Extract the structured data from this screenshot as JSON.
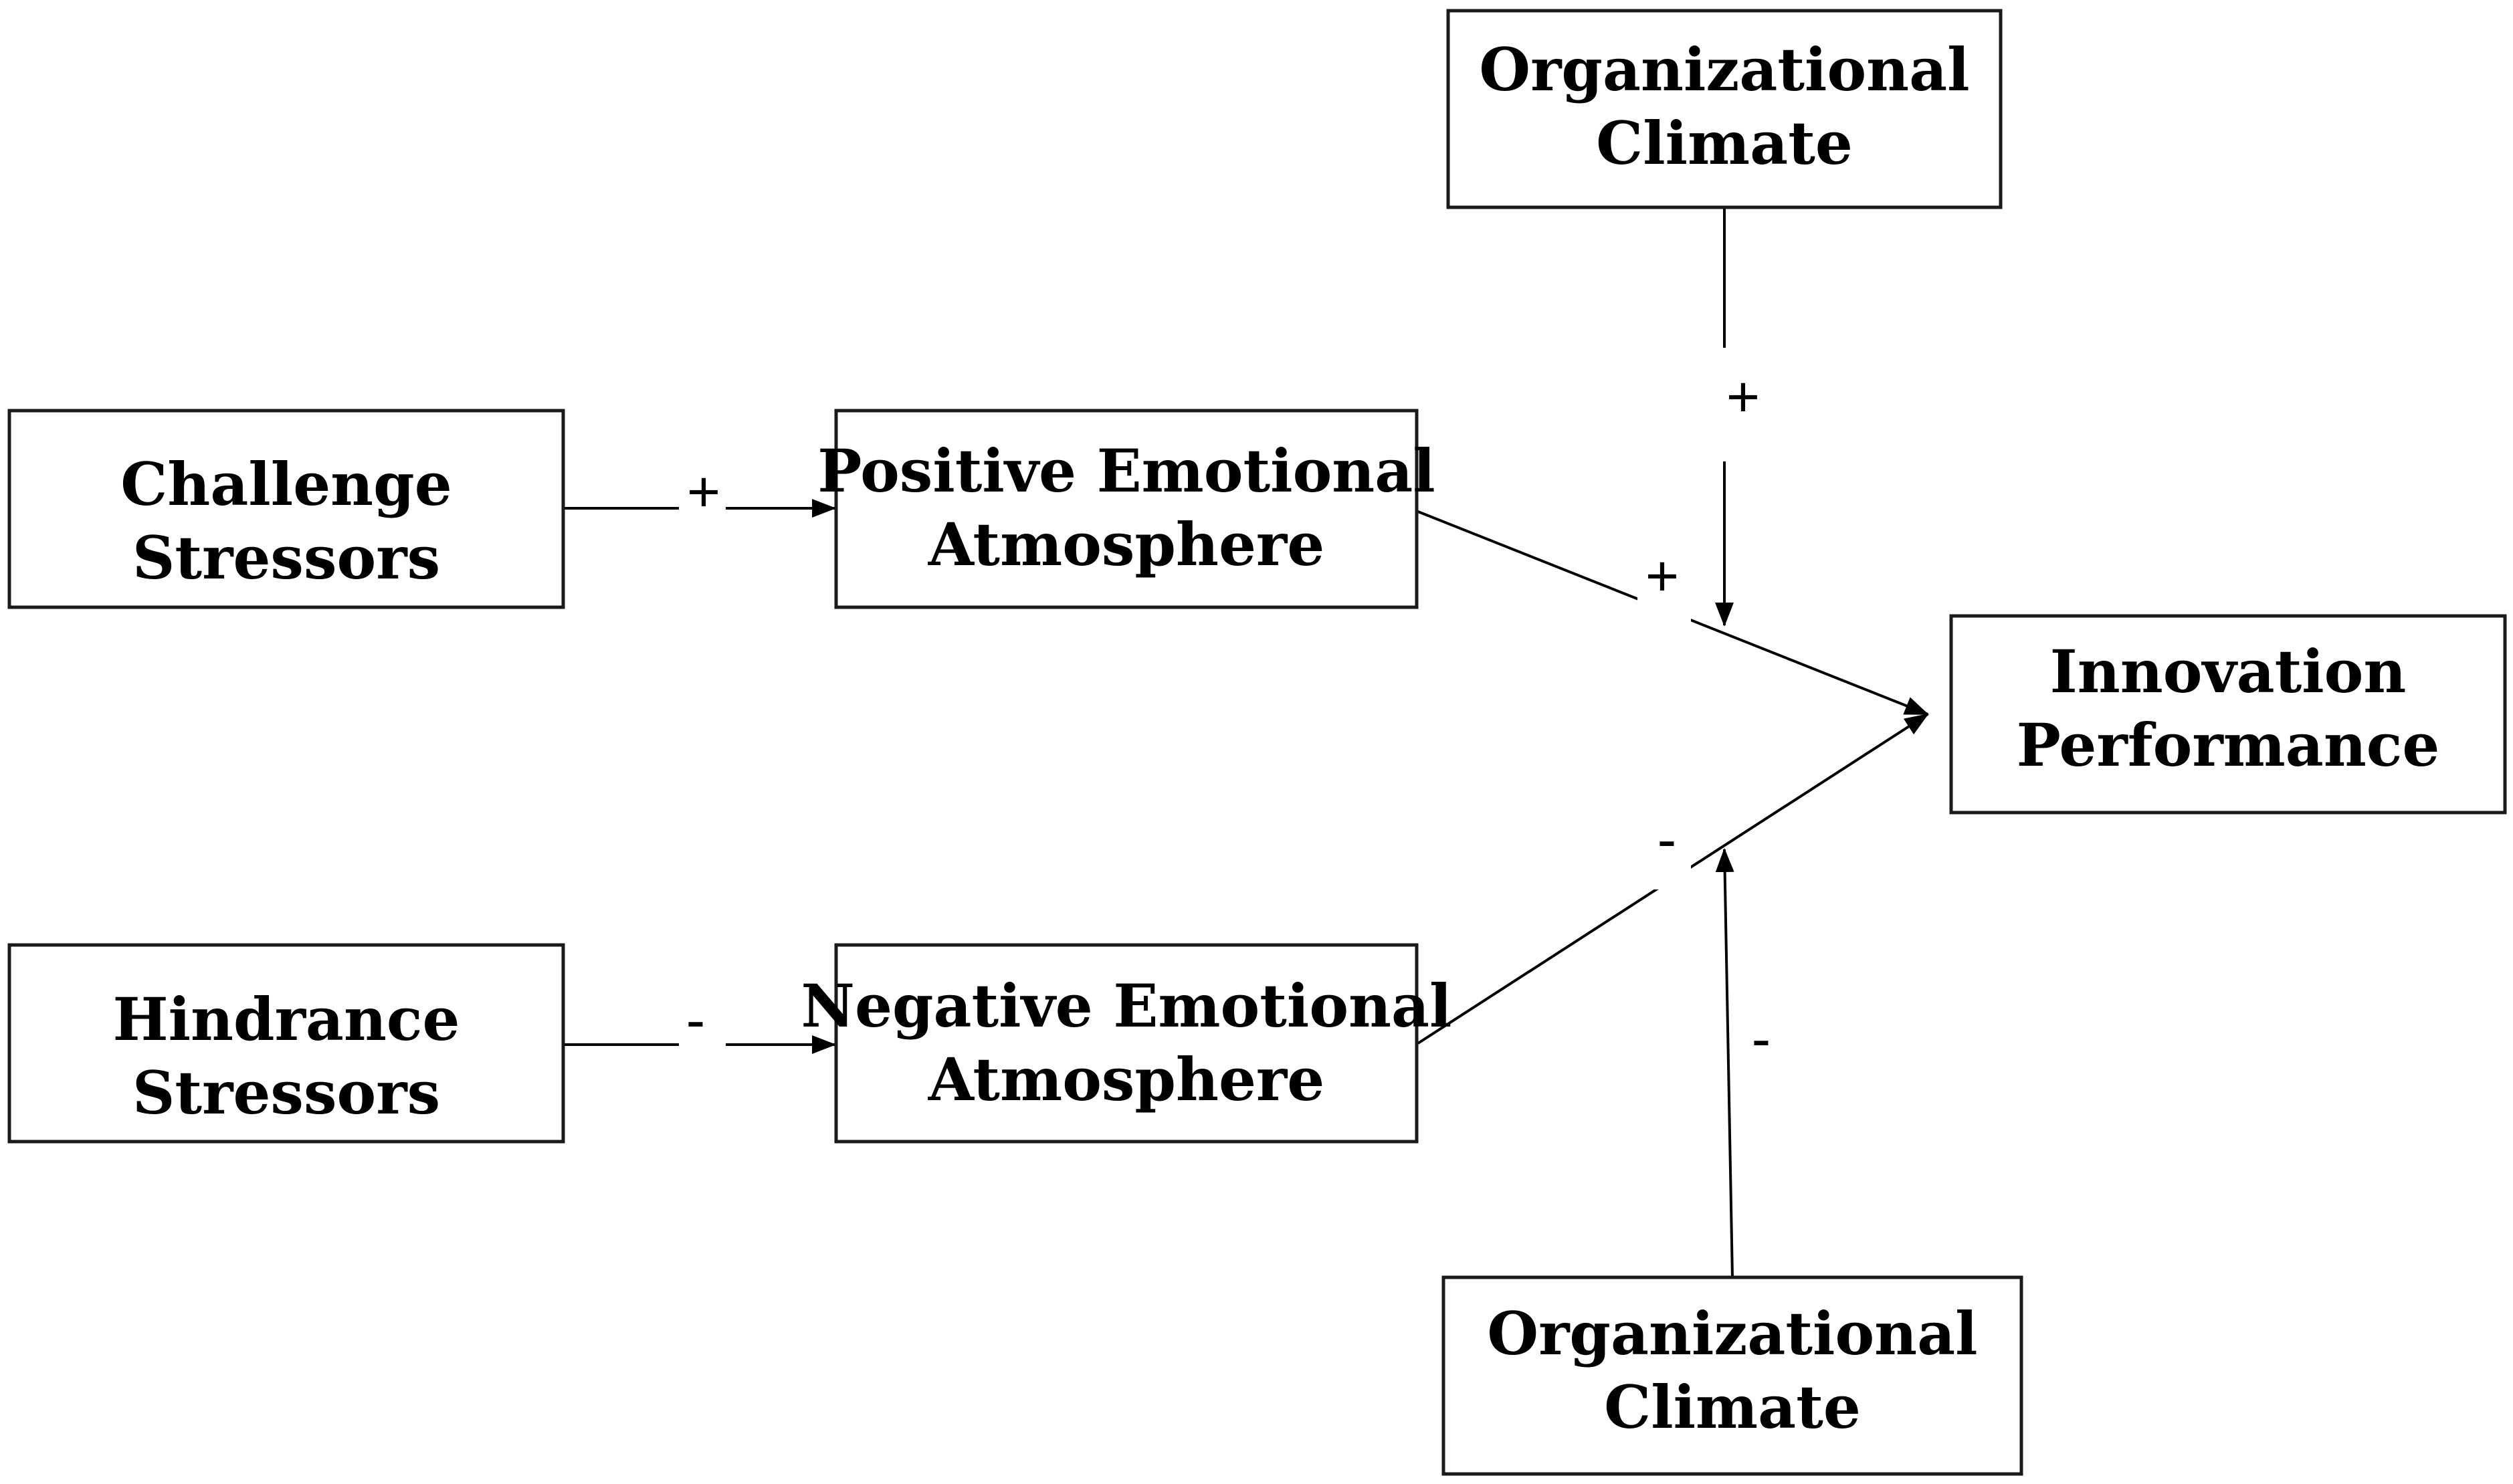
{
  "nodes": {
    "challenge": {
      "line1": "Challenge",
      "line2": "Stressors"
    },
    "hindrance": {
      "line1": "Hindrance",
      "line2": "Stressors"
    },
    "positive": {
      "line1": "Positive Emotional",
      "line2": "Atmosphere"
    },
    "negative": {
      "line1": "Negative Emotional",
      "line2": "Atmosphere"
    },
    "innovation": {
      "line1": "Innovation",
      "line2": "Performance"
    },
    "climate_top": {
      "line1": "Organizational",
      "line2": "Climate"
    },
    "climate_bottom": {
      "line1": "Organizational",
      "line2": "Climate"
    }
  },
  "edges": {
    "challenge_to_positive": {
      "sign": "+"
    },
    "hindrance_to_negative": {
      "sign": "-"
    },
    "positive_to_innovation": {
      "sign": "+"
    },
    "negative_to_innovation": {
      "sign": "-"
    },
    "climate_top_moderation": {
      "sign": "+"
    },
    "climate_bottom_moderation": {
      "sign": "-"
    }
  }
}
